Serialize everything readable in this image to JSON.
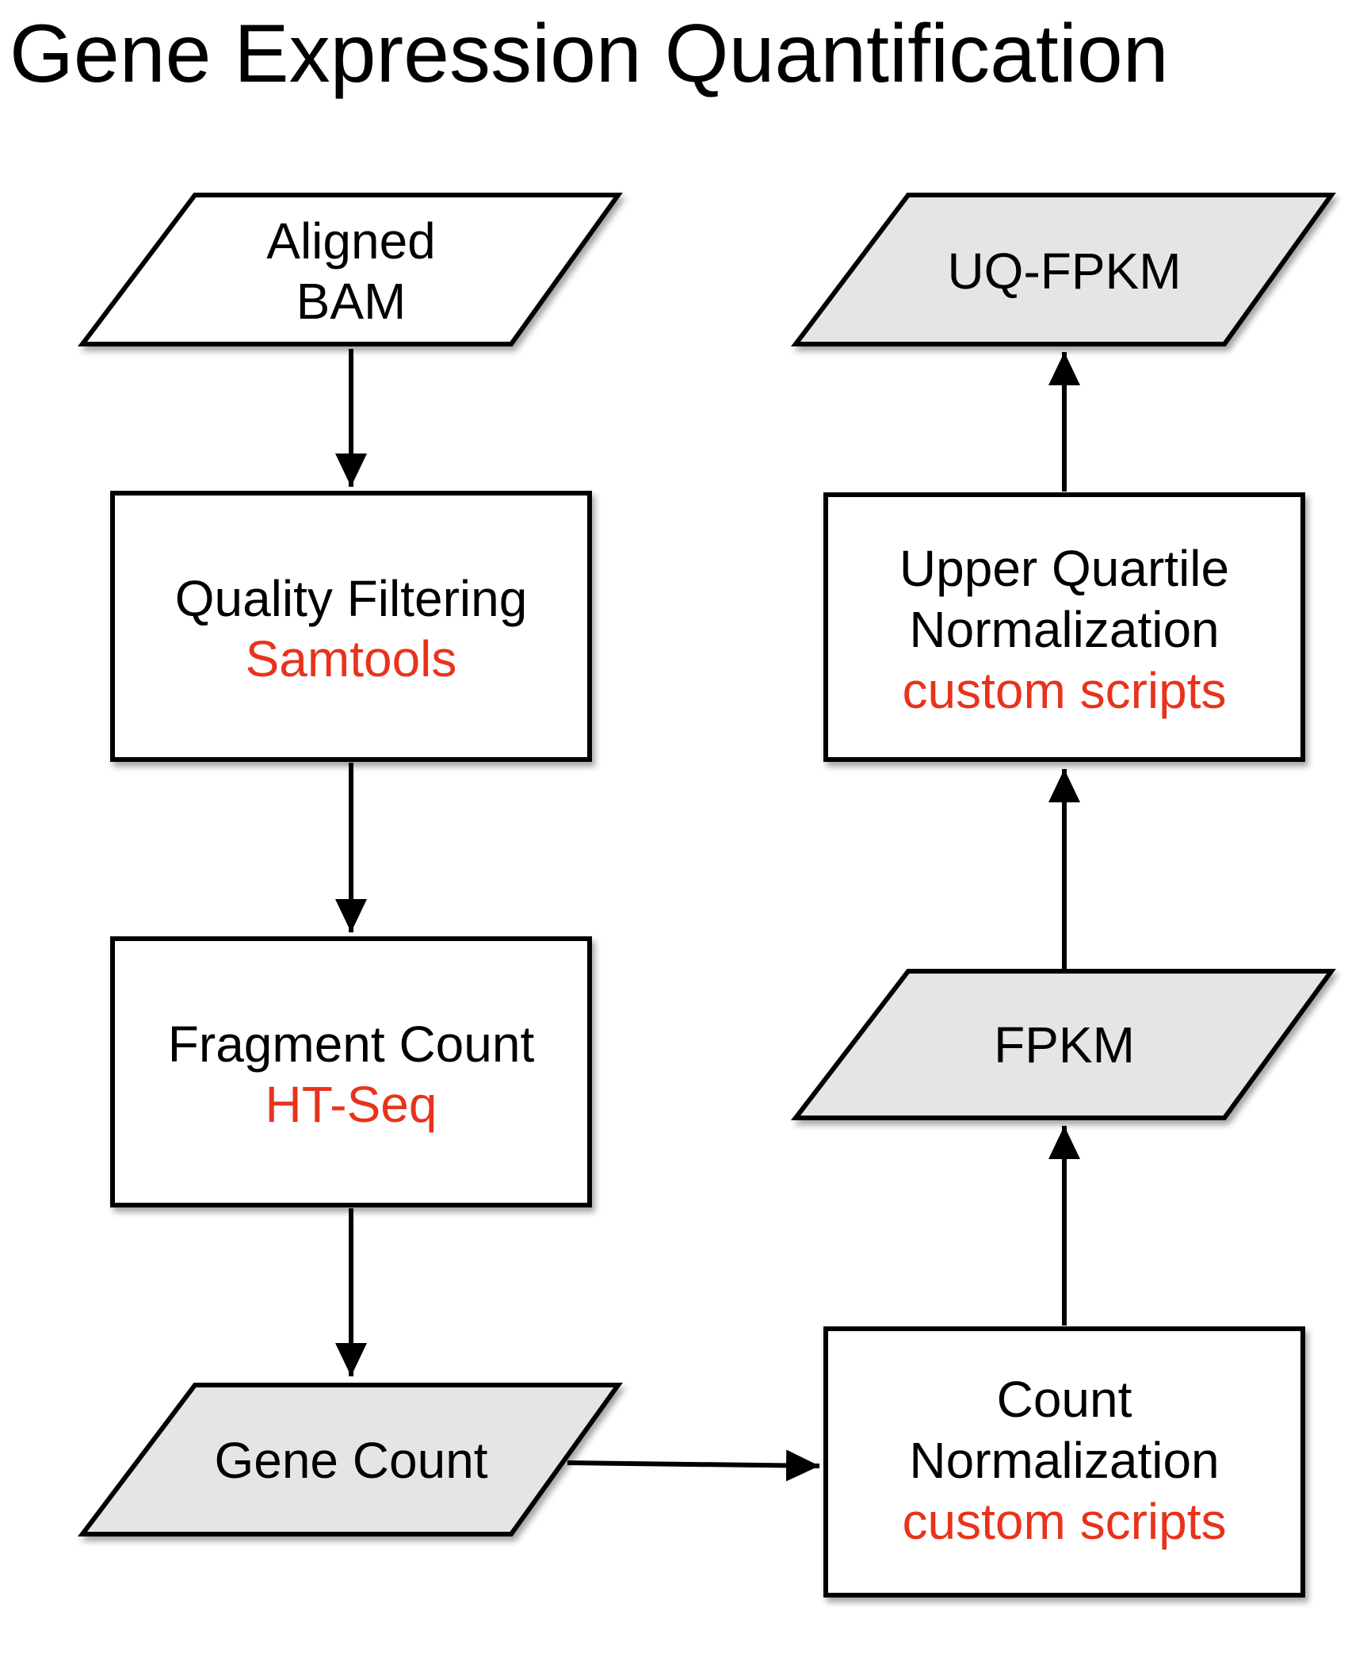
{
  "title": "Gene Expression Quantification",
  "colors": {
    "tool_text": "#e8331c",
    "data_fill": "#e5e5e5",
    "process_fill": "#ffffff",
    "stroke": "#000000"
  },
  "nodes": {
    "aligned_bam": {
      "lines": [
        "Aligned",
        "BAM"
      ],
      "tool": ""
    },
    "quality_filtering": {
      "lines": [
        "Quality Filtering"
      ],
      "tool": "Samtools"
    },
    "fragment_count": {
      "lines": [
        "Fragment Count"
      ],
      "tool": "HT-Seq"
    },
    "gene_count": {
      "lines": [
        "Gene Count"
      ],
      "tool": ""
    },
    "count_normalization": {
      "lines": [
        "Count",
        "Normalization"
      ],
      "tool": "custom scripts"
    },
    "fpkm": {
      "lines": [
        "FPKM"
      ],
      "tool": ""
    },
    "upper_quartile_normalization": {
      "lines": [
        "Upper Quartile",
        "Normalization"
      ],
      "tool": "custom scripts"
    },
    "uq_fpkm": {
      "lines": [
        "UQ-FPKM"
      ],
      "tool": ""
    }
  },
  "edges": [
    {
      "from": "Aligned BAM",
      "to": "Quality Filtering"
    },
    {
      "from": "Quality Filtering",
      "to": "Fragment Count"
    },
    {
      "from": "Fragment Count",
      "to": "Gene Count"
    },
    {
      "from": "Gene Count",
      "to": "Count Normalization"
    },
    {
      "from": "Count Normalization",
      "to": "FPKM"
    },
    {
      "from": "FPKM",
      "to": "Upper Quartile Normalization"
    },
    {
      "from": "Upper Quartile Normalization",
      "to": "UQ-FPKM"
    }
  ]
}
